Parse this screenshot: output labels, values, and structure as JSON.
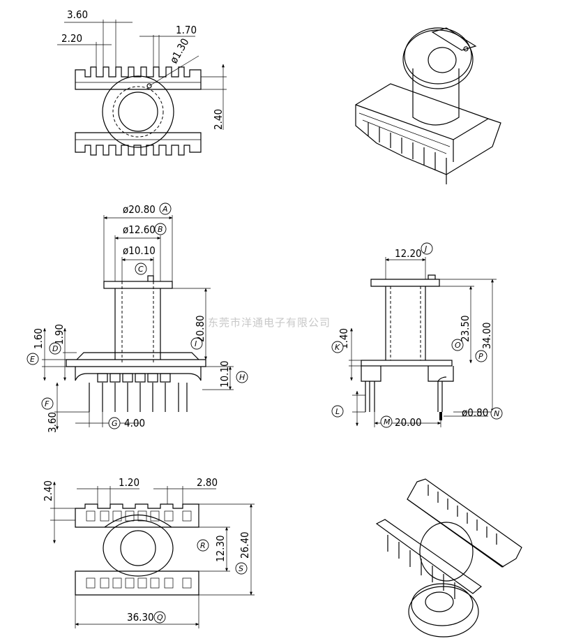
{
  "watermark": "东莞市洋通电子有限公司",
  "top_view": {
    "dims": [
      "3.60",
      "2.20",
      "1.70",
      "ø1.30",
      "2.40"
    ]
  },
  "front_view": {
    "dims": [
      {
        "tag": "A",
        "value": "ø20.80"
      },
      {
        "tag": "B",
        "value": "ø12.60"
      },
      {
        "tag": "C",
        "value": "ø10.10"
      },
      {
        "tag": "I",
        "value": "20.80"
      },
      {
        "tag": "D",
        "value": "1.90"
      },
      {
        "tag": "E",
        "value": "1.60"
      },
      {
        "tag": "H",
        "value": "10.10"
      },
      {
        "tag": "F",
        "value": "3.60"
      },
      {
        "tag": "G",
        "value": "4.00"
      }
    ]
  },
  "side_view": {
    "dims": [
      {
        "tag": "J",
        "value": "12.20"
      },
      {
        "tag": "K",
        "value": "1.40"
      },
      {
        "tag": "O",
        "value": "23.50"
      },
      {
        "tag": "P",
        "value": "34.00"
      },
      {
        "tag": "L",
        "value": ""
      },
      {
        "tag": "M",
        "value": "20.00"
      },
      {
        "tag": "N",
        "value": "ø0.80"
      }
    ]
  },
  "bottom_view": {
    "dims": [
      {
        "tag": "",
        "value": "2.40"
      },
      {
        "tag": "",
        "value": "1.20"
      },
      {
        "tag": "",
        "value": "2.80"
      },
      {
        "tag": "R",
        "value": "12.30"
      },
      {
        "tag": "S",
        "value": "26.40"
      },
      {
        "tag": "Q",
        "value": "36.30"
      }
    ]
  }
}
